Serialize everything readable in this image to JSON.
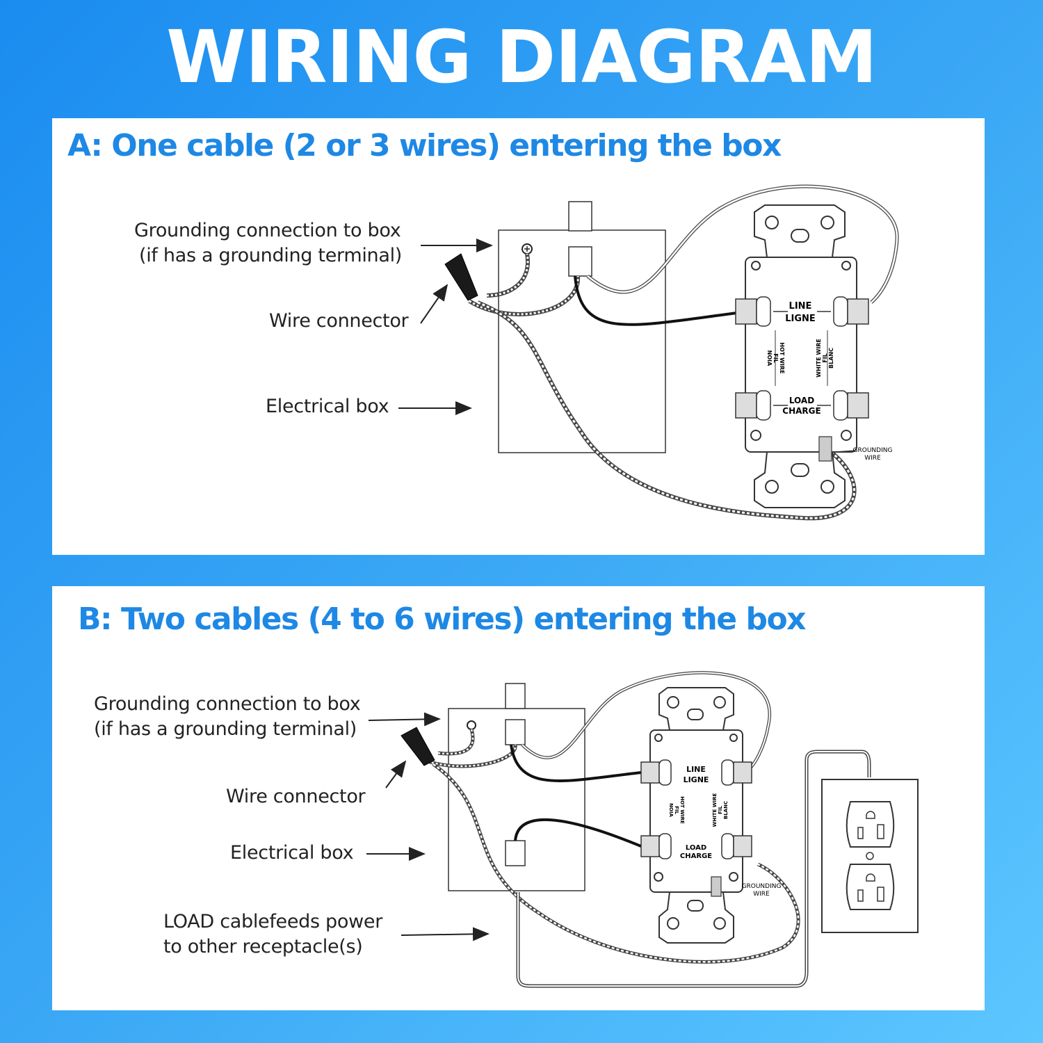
{
  "title": "WIRING DIAGRAM",
  "panel_a": {
    "heading": "A: One cable (2 or 3 wires) entering the box",
    "grounding_line1": "Grounding connection to box",
    "grounding_line2": "(if has a grounding terminal)",
    "wire_connector": "Wire connector",
    "electrical_box": "Electrical box"
  },
  "panel_b": {
    "heading": "B: Two cables (4 to 6 wires) entering the box",
    "grounding_line1": "Grounding connection to box",
    "grounding_line2": "(if has a grounding terminal)",
    "wire_connector": "Wire connector",
    "electrical_box": "Electrical box",
    "load_line1": "LOAD cablefeeds power",
    "load_line2": "to other receptacle(s)"
  },
  "receptacle": {
    "line_en": "LINE",
    "line_fr": "LIGNE",
    "load_en": "LOAD",
    "load_fr": "CHARGE",
    "hot_1": "HOT WIRE",
    "hot_2": "FIL",
    "hot_3": "NOIA",
    "white_1": "WHITE WIRE",
    "white_2": "FIL",
    "white_3": "BLANC",
    "ground_1": "GROUNDING",
    "ground_2": "WIRE"
  },
  "colors": {
    "background_start": "#1a8cf0",
    "background_end": "#5cc6ff",
    "heading": "#1e88e5",
    "panel": "#ffffff"
  }
}
